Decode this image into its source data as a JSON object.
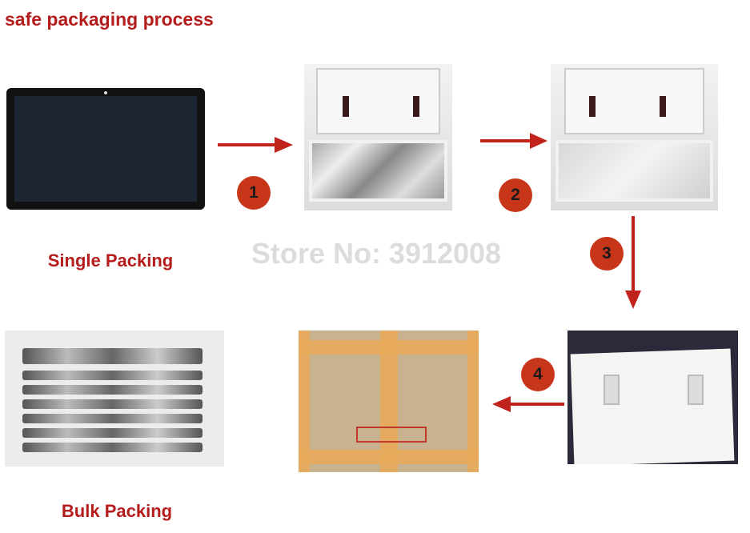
{
  "title": "safe packaging process",
  "watermark": "Store No: 3912008",
  "labels": {
    "single": "Single Packing",
    "bulk": "Bulk Packing"
  },
  "steps": [
    "1",
    "2",
    "3",
    "4"
  ],
  "colors": {
    "title": "#b51c1c",
    "step_circle": "#c8361a",
    "arrow": "#c0231c",
    "watermark": "#dcdcdc"
  }
}
